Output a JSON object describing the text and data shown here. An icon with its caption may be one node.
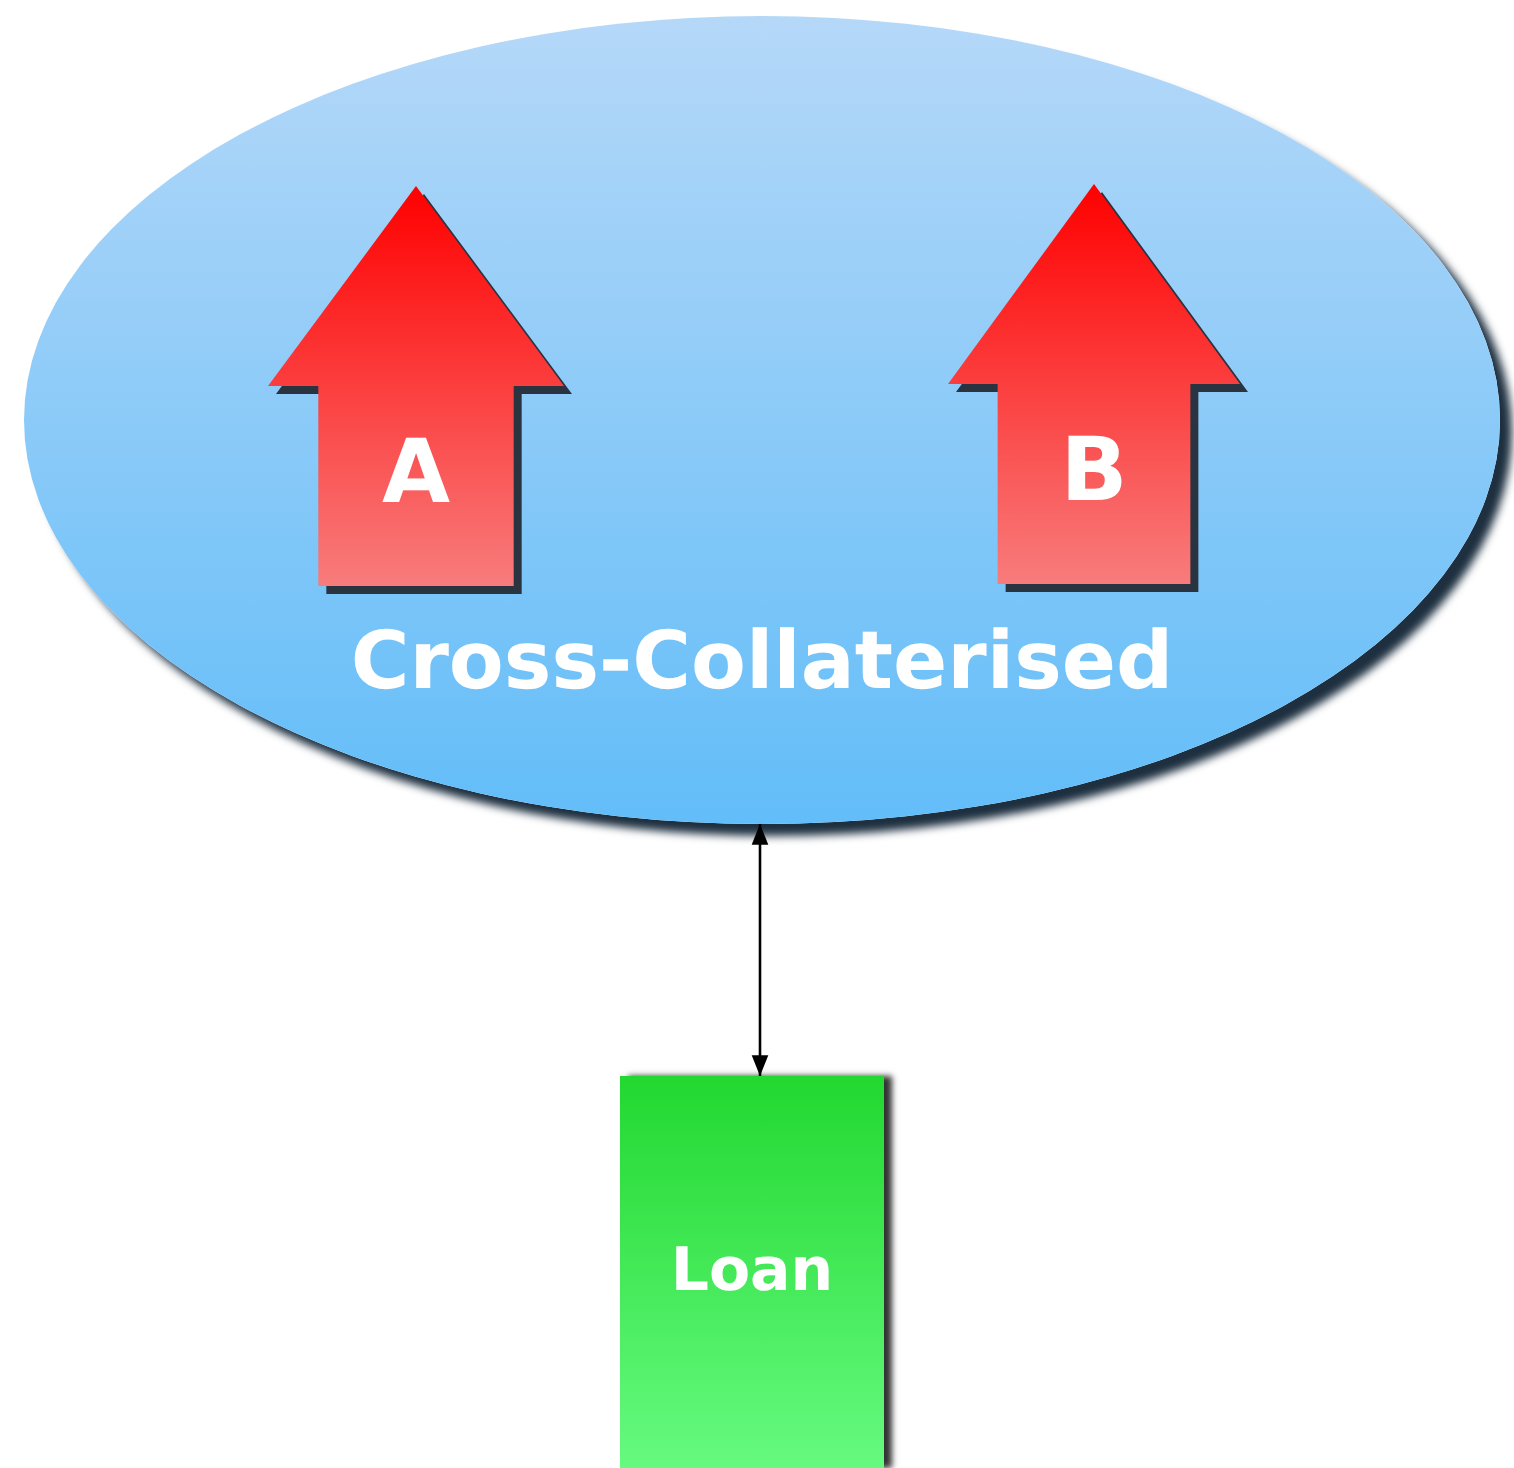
{
  "diagram": {
    "nodes": [
      {
        "text": [
          "Cross-Collaterised"
        ]
      },
      {
        "text": [
          "A"
        ],
        "in": 0
      },
      {
        "text": [
          "B"
        ],
        "in": 0
      },
      {
        "text": [
          "Loan"
        ]
      }
    ],
    "edges": [
      {
        "from": 0,
        "to": 3,
        "arrow": "both"
      }
    ]
  }
}
